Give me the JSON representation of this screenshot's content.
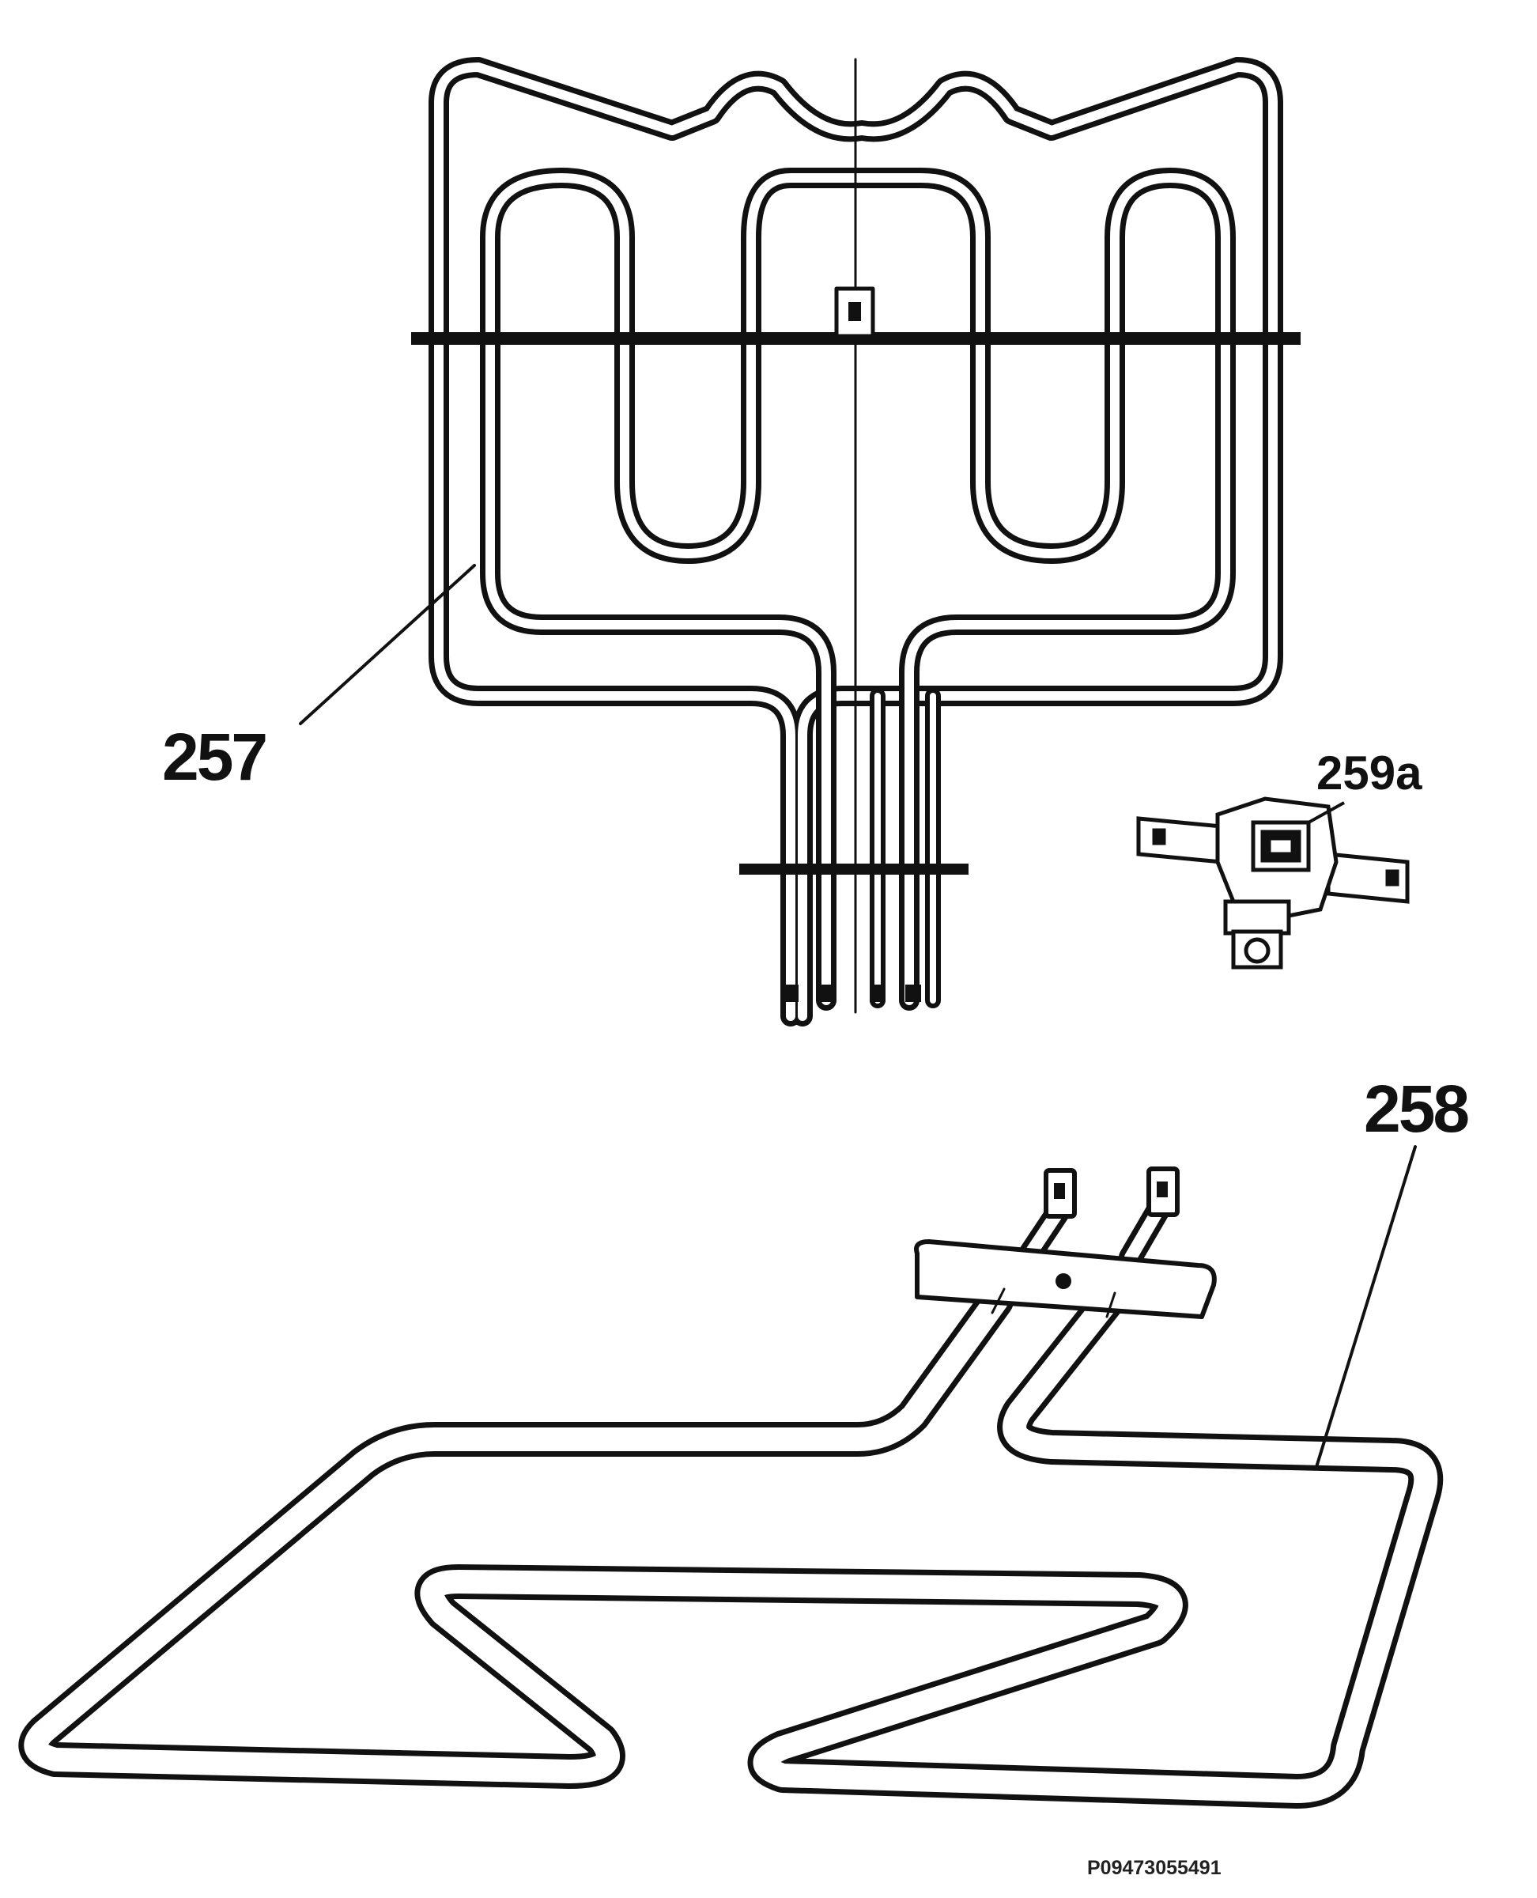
{
  "parts": [
    {
      "id": "grill-element-part-257",
      "label": "257"
    },
    {
      "id": "thermostat-part-259a",
      "label": "259a"
    },
    {
      "id": "bottom-element-part-258",
      "label": "258"
    }
  ],
  "drawing_ref": "P09473055491",
  "colors": {
    "ink": "#111111",
    "background": "#ffffff"
  }
}
